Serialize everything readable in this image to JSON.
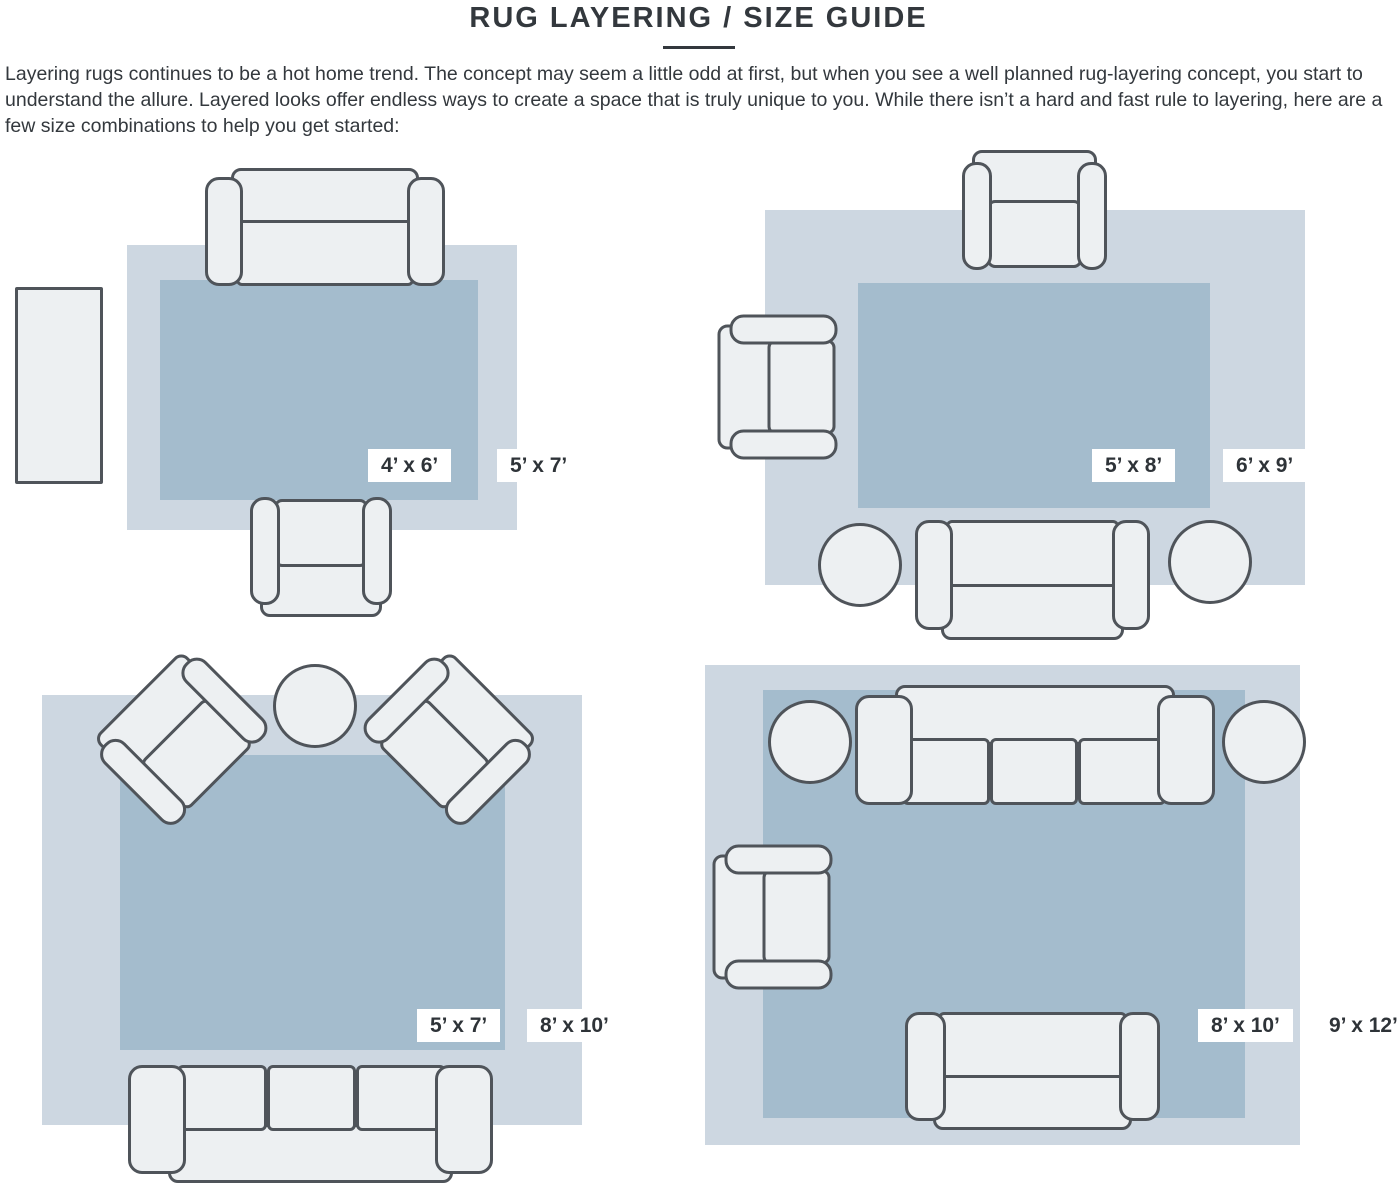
{
  "page": {
    "title": "RUG LAYERING / SIZE GUIDE",
    "intro": "Layering rugs continues to be a hot home trend. The concept may seem a little odd at first, but when you see a well planned rug-layering concept, you start to understand the allure. Layered looks offer endless ways to create a space that is truly unique to you. While there isn’t a hard and fast rule to layering, here are a few size combinations to help you get started:"
  },
  "colors": {
    "outer_rug": "#cdd7e1",
    "inner_rug": "#a4bccd",
    "furniture_fill": "#edf0f2",
    "furniture_outline": "#4f545a",
    "text": "#33383d",
    "label_bg": "#ffffff",
    "label_text": "#2e3338"
  },
  "diagrams": [
    {
      "inner_label": "4’ x 6’",
      "outer_label": "5’ x 7’"
    },
    {
      "inner_label": "5’ x 8’",
      "outer_label": "6’ x 9’"
    },
    {
      "inner_label": "5’ x 7’",
      "outer_label": "8’ x 10’"
    },
    {
      "inner_label": "8’ x 10’",
      "outer_label": "9’ x 12’"
    }
  ]
}
